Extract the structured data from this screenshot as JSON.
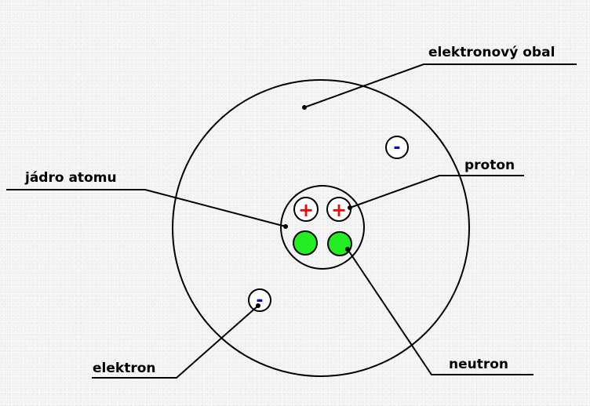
{
  "labels": {
    "electron_shell": "elektronový obal",
    "nucleus": "jádro atomu",
    "proton": "proton",
    "electron": "elektron",
    "neutron": "neutron"
  },
  "symbols": {
    "plus": "+",
    "minus": "-"
  },
  "colors": {
    "proton_sign": "#ff0000",
    "electron_sign": "#0000cc",
    "neutron_fill": "#22ee22",
    "line": "#000000"
  }
}
